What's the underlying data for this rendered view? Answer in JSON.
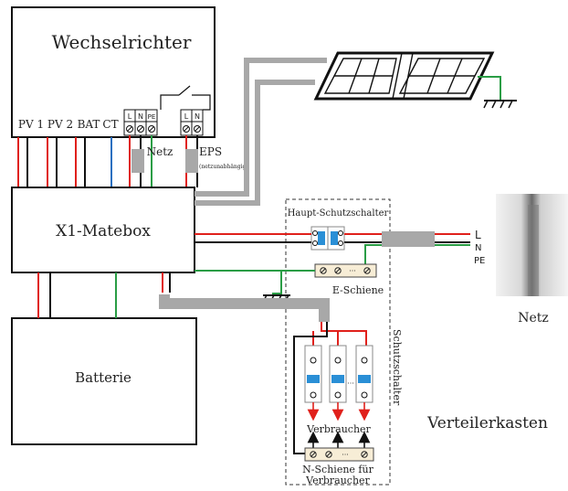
{
  "inverter": {
    "title": "Wechselrichter",
    "port_pv1": "PV 1",
    "port_pv2": "PV 2",
    "port_bat": "BAT",
    "port_ct": "CT",
    "terminal_l": "L",
    "terminal_n": "N",
    "terminal_pe": "PE"
  },
  "netz_label": "Netz",
  "eps_label": "EPS",
  "eps_note": "(netzunabhängig)",
  "matebox_label": "X1-Matebox",
  "battery_label": "Batterie",
  "main_breaker_label": "Haupt-Schutzschalter",
  "e_rail_label": "E-Schiene",
  "breakers_label": "Schutzschalter",
  "consumers_label": "Verbraucher",
  "n_rail_label_line1": "N-Schiene für",
  "n_rail_label_line2": "Verbraucher",
  "dist_box_label": "Verteilerkasten",
  "grid_label": "Netz",
  "line_l": "L",
  "line_n": "N",
  "line_pe": "PE",
  "rail_dots": "···",
  "colors": {
    "red": "#e0201b",
    "green": "#2a9d45",
    "blue": "#2a6fc0",
    "black": "#111111",
    "grey": "#a8a8a8",
    "breaker_blue": "#2a8fd6"
  }
}
